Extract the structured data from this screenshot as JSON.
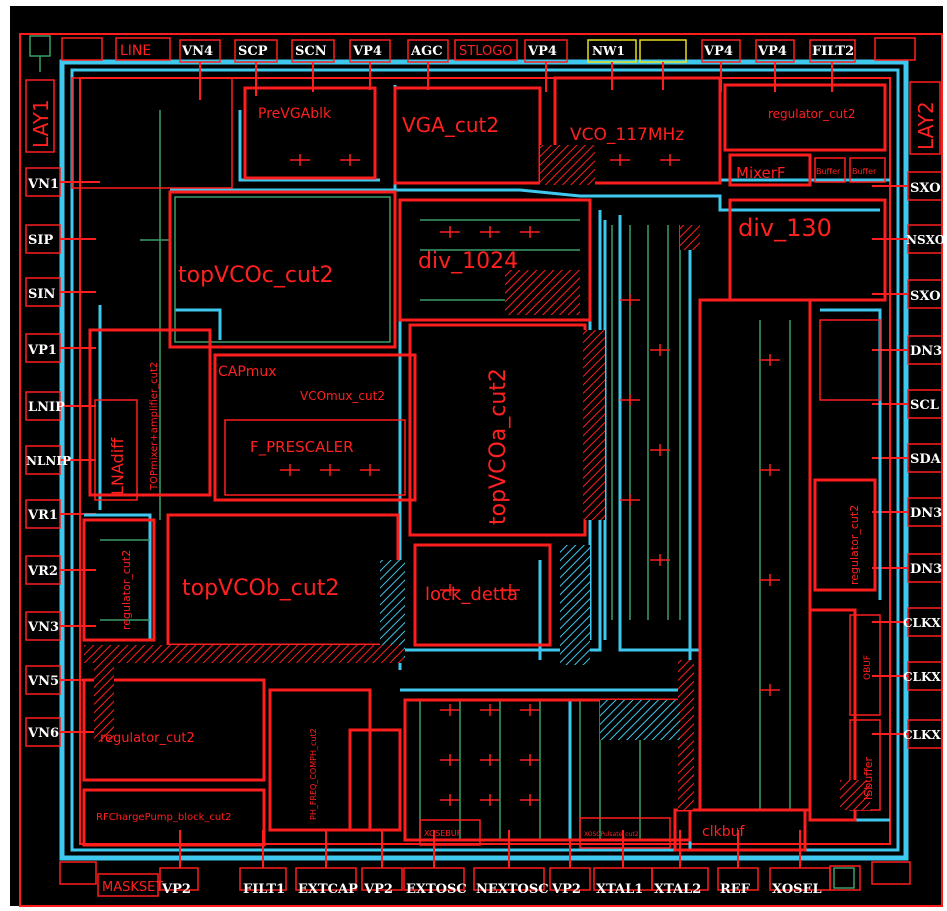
{
  "labels": {
    "top": [
      "VN4",
      "SCP",
      "SCN",
      "VP4",
      "AGC",
      "VP4",
      "VP4",
      "VP4",
      "FILT2"
    ],
    "top_boxed": [
      "LINE",
      "STLOGO"
    ],
    "nw1": "NW1",
    "bottom": [
      "VP2",
      "FILT1",
      "EXTCAP",
      "VP2",
      "EXTOSC",
      "NEXTOSC",
      "VP2",
      "XTAL1",
      "XTAL2",
      "REF",
      "XOSEL"
    ],
    "maskset": "MASKSET",
    "left": [
      "VN1",
      "SIP",
      "SIN",
      "VP1",
      "LNIP",
      "NLNIP",
      "VR1",
      "VR2",
      "VN3",
      "VN5",
      "VN6"
    ],
    "right": [
      "SXO",
      "NSXO",
      "SXO",
      "DN3",
      "SCL",
      "SDA",
      "DN3",
      "DN3",
      "CLKX",
      "CLKX",
      "CLKX"
    ],
    "lay1": "LAY1",
    "lay2": "LAY2"
  },
  "blocks": {
    "pre_vga": "PreVGAblk",
    "vga": "VGA_cut2",
    "vco": "VCO_117MHz",
    "regulator_tr": "regulator_cut2",
    "mixer": "MixerF",
    "buffer1": "Buffer",
    "buffer2": "Buffer",
    "div130": "div_130",
    "topvcoc": "topVCOc_cut2",
    "div1024": "div_1024",
    "topvcoa": "topVCOa_cut2",
    "capmux": "CAPmux",
    "vcomux": "VCOmux_cut2",
    "prescaler": "F_PRESCALER",
    "lnadiff": "LNAdiff",
    "topmixer": "TOPmixer+amplifier_cut2",
    "regulator_l": "regulator_cut2",
    "topvcob": "topVCOb_cut2",
    "lock": "lock_detta",
    "regulator_r": "regulator_cut2",
    "regulator_bl": "regulator_cut2",
    "chargepump": "RFChargePump_block_cut2",
    "phfreq": "PH_FREQ_COMPH_cut2",
    "xosebuf": "XOSEBUF",
    "clkbuf": "clkbuf",
    "obuf": "OBUF",
    "isbuffer": "ISbuffer",
    "blk_bottom": "XOSCPulsate_cut2"
  },
  "colors": {
    "background": "#000000",
    "metal_red": "#ff1e1e",
    "metal_cyan": "#3ec8ee",
    "metal_green": "#3a9e6a",
    "label_white": "#ffffff"
  }
}
